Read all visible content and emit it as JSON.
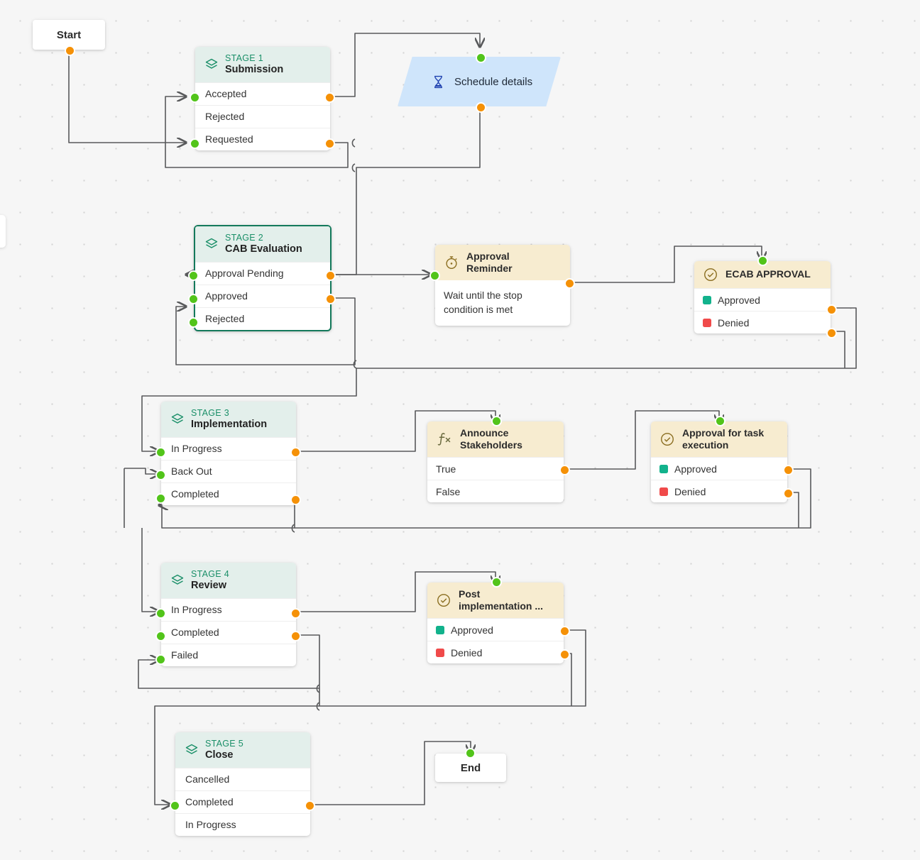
{
  "canvas": {
    "background": "#f6f6f6",
    "dot_color": "#d2d2d2",
    "grid_spacing": 45
  },
  "palette": {
    "stage_header_bg": "#e3efeb",
    "stage_accent": "#1a8f68",
    "stage_selected_border": "#13795b",
    "task_header_bg": "#f7ecd0",
    "schedule_bg": "#cfe5fb",
    "port_in": "#52c41a",
    "port_out": "#f59107",
    "edge": "#58595b",
    "approved_swatch": "#12b28c",
    "denied_swatch": "#f04a4a"
  },
  "terminals": {
    "start": {
      "label": "Start"
    },
    "end": {
      "label": "End"
    }
  },
  "stages": [
    {
      "id": "stage1",
      "number": "STAGE 1",
      "name": "Submission",
      "selected": false,
      "icon": "layers-icon",
      "rows": [
        {
          "label": "Accepted",
          "in": true,
          "out": true
        },
        {
          "label": "Rejected",
          "in": false,
          "out": false
        },
        {
          "label": "Requested",
          "in": true,
          "out": true
        }
      ]
    },
    {
      "id": "stage2",
      "number": "STAGE 2",
      "name": "CAB Evaluation",
      "selected": true,
      "icon": "layers-icon",
      "rows": [
        {
          "label": "Approval Pending",
          "in": true,
          "out": true
        },
        {
          "label": "Approved",
          "in": true,
          "out": true
        },
        {
          "label": "Rejected",
          "in": true,
          "out": false
        }
      ]
    },
    {
      "id": "stage3",
      "number": "STAGE 3",
      "name": "Implementation",
      "selected": false,
      "icon": "layers-icon",
      "rows": [
        {
          "label": "In Progress",
          "in": true,
          "out": true
        },
        {
          "label": "Back Out",
          "in": true,
          "out": false
        },
        {
          "label": "Completed",
          "in": true,
          "out": true
        }
      ]
    },
    {
      "id": "stage4",
      "number": "STAGE 4",
      "name": "Review",
      "selected": false,
      "icon": "layers-icon",
      "rows": [
        {
          "label": "In Progress",
          "in": true,
          "out": true
        },
        {
          "label": "Completed",
          "in": true,
          "out": true
        },
        {
          "label": "Failed",
          "in": true,
          "out": false
        }
      ]
    },
    {
      "id": "stage5",
      "number": "STAGE 5",
      "name": "Close",
      "selected": false,
      "icon": "layers-icon",
      "rows": [
        {
          "label": "Cancelled",
          "in": false,
          "out": false
        },
        {
          "label": "Completed",
          "in": true,
          "out": true
        },
        {
          "label": "In Progress",
          "in": false,
          "out": false
        }
      ]
    }
  ],
  "schedule_node": {
    "label": "Schedule details",
    "icon": "hourglass-icon"
  },
  "tasks": [
    {
      "id": "approval-reminder",
      "title": "Approval\nReminder",
      "icon": "stopwatch-icon",
      "body": "Wait until the stop\ncondition is met",
      "rows": []
    },
    {
      "id": "ecab-approval",
      "title": "ECAB APPROVAL",
      "icon": "check-circle-icon",
      "body": null,
      "rows": [
        {
          "label": "Approved",
          "swatch": "#12b28c"
        },
        {
          "label": "Denied",
          "swatch": "#f04a4a"
        }
      ]
    },
    {
      "id": "announce-stakeholders",
      "title": "Announce\nStakeholders",
      "icon": "function-icon",
      "body": null,
      "rows": [
        {
          "label": "True",
          "swatch": null
        },
        {
          "label": "False",
          "swatch": null
        }
      ]
    },
    {
      "id": "approval-task-execution",
      "title": "Approval for task\nexecution",
      "icon": "check-circle-icon",
      "body": null,
      "rows": [
        {
          "label": "Approved",
          "swatch": "#12b28c"
        },
        {
          "label": "Denied",
          "swatch": "#f04a4a"
        }
      ]
    },
    {
      "id": "post-implementation",
      "title": "Post\nimplementation ...",
      "icon": "check-circle-icon",
      "body": null,
      "rows": [
        {
          "label": "Approved",
          "swatch": "#12b28c"
        },
        {
          "label": "Denied",
          "swatch": "#f04a4a"
        }
      ]
    }
  ]
}
